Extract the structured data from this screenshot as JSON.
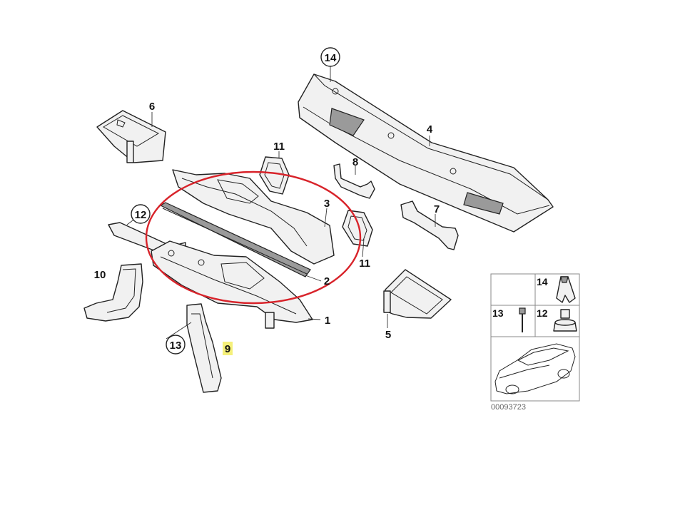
{
  "diagram": {
    "part_labels": {
      "p1": "1",
      "p2": "2",
      "p3": "3",
      "p4": "4",
      "p5": "5",
      "p6": "6",
      "p7": "7",
      "p8": "8",
      "p9": "9",
      "p10": "10",
      "p11a": "11",
      "p11b": "11",
      "p12": "12",
      "p13": "13",
      "p14": "14"
    },
    "legend": {
      "item14": "14",
      "item13": "13",
      "item12": "12"
    },
    "diagram_code": "00093723",
    "highlight_color": "#d8232a"
  }
}
